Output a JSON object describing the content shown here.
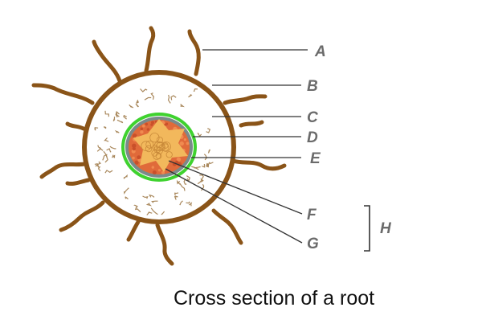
{
  "labels": {
    "a": "A",
    "b": "B",
    "c": "C",
    "d": "D",
    "e": "E",
    "f": "F",
    "g": "G",
    "h": "H"
  },
  "caption": "Cross section of a root",
  "colors": {
    "root_hair": "#8a5418",
    "epidermis": "#8a5418",
    "cortex_fill": "#ffffff",
    "cortex_cells": "#a9885c",
    "endodermis": "#3fd22f",
    "pericycle": "#7a8a8a",
    "phloem": "#e06a3a",
    "xylem": "#f2b85c",
    "label_text": "#6b6b6b",
    "leader_line": "#333333",
    "caption_text": "#111111"
  }
}
